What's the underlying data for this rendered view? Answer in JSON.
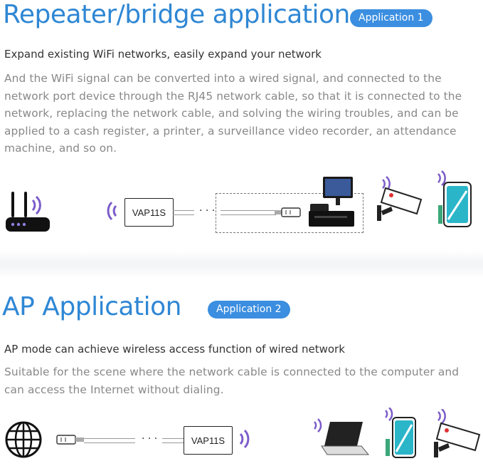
{
  "section1": {
    "title": "Repeater/bridge application",
    "badge": "Application 1",
    "subhead": "Expand existing WiFi networks,  easily expand your network",
    "body": "And the WiFi signal can be converted into a wired signal, and connected to the network port device through the RJ45 network cable, so that it is connected to the network, replacing the network cable, and solving the wiring troubles, and can be applied to a cash register, a printer, a surveillance video recorder, an attendance machine, and so on.",
    "device_label": "VAP11S",
    "dots": "· · ·"
  },
  "section2": {
    "title": "AP Application",
    "badge": "Application 2",
    "subhead": "AP mode can achieve wireless access function of wired network",
    "body": "Suitable for the scene where the network cable is connected to the computer and can access the Internet without dialing.",
    "device_label": "VAP11S",
    "dots": "· · ·"
  },
  "colors": {
    "title_blue": "#2f87d4",
    "badge_blue": "#3b8ee0",
    "wifi_purple": "#7b5cc9",
    "phone_teal": "#2bb5c9"
  },
  "icons": [
    "router-icon",
    "wifi-signal-icon",
    "cash-register-icon",
    "security-camera-icon",
    "smartphone-icon",
    "globe-icon",
    "ethernet-plug-icon",
    "laptop-icon"
  ]
}
